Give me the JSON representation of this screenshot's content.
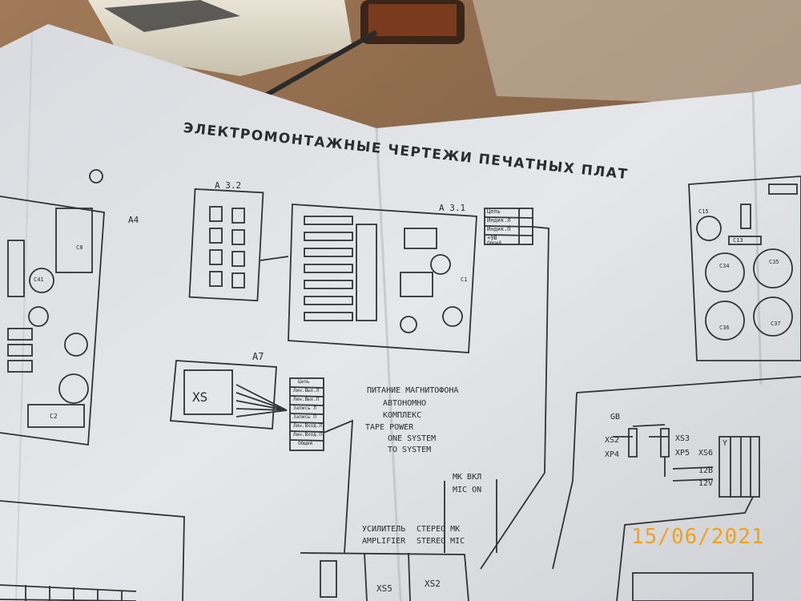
{
  "title": "ЭЛЕКТРОМОНТАЖНЫЕ ЧЕРТЕЖИ ПЕЧАТНЫХ ПЛАТ",
  "boards": {
    "a32": "А 3.2",
    "a31": "А 3.1",
    "a4": "А4",
    "a7": "А7",
    "xs": "XS"
  },
  "a31_table": [
    "Цепь",
    "Индик.Л",
    "Индик.П",
    "+9В",
    "Общий"
  ],
  "a7_table": [
    "Цепь",
    "Лин.Вых.Л",
    "Лин.Вых.П",
    "Запись Л",
    "Запись П",
    "Лин.Вход.Л",
    "Лин.Вход.П",
    "Общий"
  ],
  "power_labels": {
    "heading": "ПИТАНИЕ МАГНИТОФОНА",
    "auto": "АВТОНОМНО",
    "complex": "КОМПЛЕКС",
    "tape_power": "TAPE POWER",
    "one_system": "ONE SYSTEM",
    "to_system": "TO SYSTEM"
  },
  "mic_labels": {
    "ru": "МК ВКЛ",
    "en": "MIC ON"
  },
  "amp_labels": {
    "ru_amp": "УСИЛИТЕЛЬ",
    "ru_stereo": "СТЕРЕО МК",
    "en_amp": "AMPLIFIER",
    "en_stereo": "STEREO MIC"
  },
  "connectors": {
    "gb": "GB",
    "xs2": "XS2",
    "xp4": "XP4",
    "xs3": "XS3",
    "xp5": "XP5",
    "xs6": "XS6",
    "xs5": "XS5",
    "xs2b": "XS2",
    "v12a": "12В",
    "v12b": "12V",
    "y": "Y"
  },
  "caps": [
    "C34",
    "C35",
    "C36",
    "C37",
    "C13",
    "C15",
    "C1",
    "C2",
    "C8",
    "C41"
  ],
  "date_stamp": "15/06/2021"
}
